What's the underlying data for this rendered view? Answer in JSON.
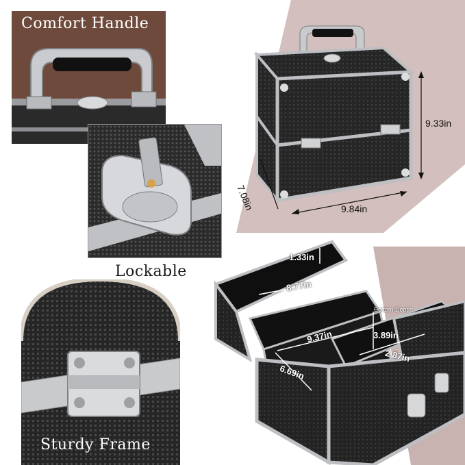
{
  "captions": {
    "comfort_handle": "Comfort Handle",
    "lockable": "Lockable",
    "sturdy_frame": "Sturdy Frame"
  },
  "dimensions": {
    "height": "9.33in",
    "depth": "7.08in",
    "width": "9.84in",
    "tray_depth": "1.33in",
    "tray_width_top": "8.77in",
    "bottom_width": "9.37in",
    "bottom_depth_label": "Bottom Depth:",
    "bottom_depth": "3.89in",
    "side_tray": "2.87in",
    "bottom_length": "6.69in"
  },
  "colors": {
    "brown_panel": "#6e4a3c",
    "mauve_band": "#c9b3b1",
    "case_black": "#222222",
    "aluminum": "#c8cacc"
  }
}
